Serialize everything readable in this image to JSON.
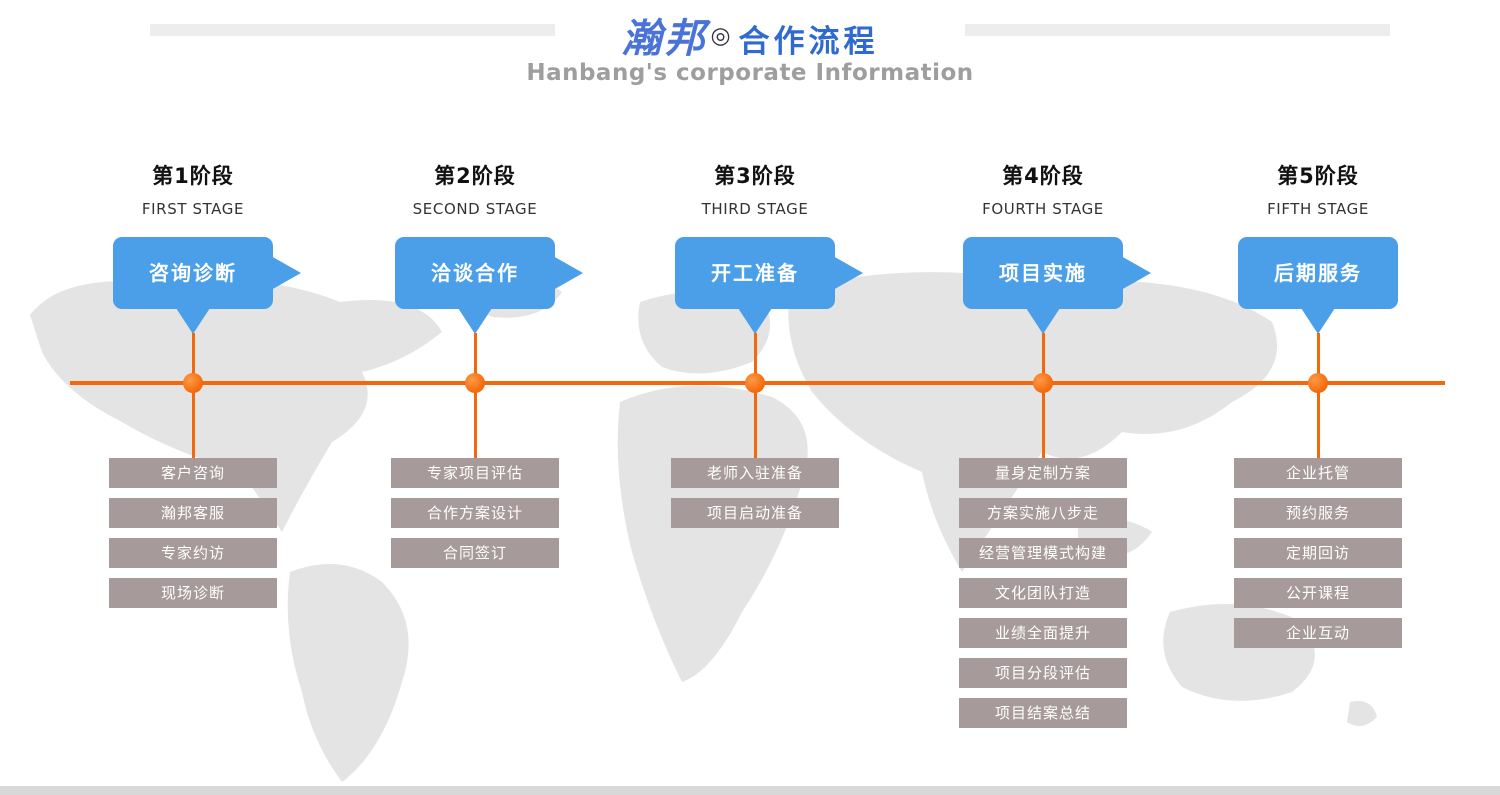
{
  "header": {
    "brand": "瀚邦",
    "brand_mark": "◎",
    "title": "合作流程",
    "subtitle": "Hanbang's corporate Information"
  },
  "stages": [
    {
      "label": "第1阶段",
      "label_en": "FIRST STAGE",
      "bubble": "咨询诊断",
      "items": [
        "客户咨询",
        "瀚邦客服",
        "专家约访",
        "现场诊断"
      ]
    },
    {
      "label": "第2阶段",
      "label_en": "SECOND STAGE",
      "bubble": "洽谈合作",
      "items": [
        "专家项目评估",
        "合作方案设计",
        "合同签订"
      ]
    },
    {
      "label": "第3阶段",
      "label_en": "THIRD STAGE",
      "bubble": "开工准备",
      "items": [
        "老师入驻准备",
        "项目启动准备"
      ]
    },
    {
      "label": "第4阶段",
      "label_en": "FOURTH STAGE",
      "bubble": "项目实施",
      "items": [
        "量身定制方案",
        "方案实施八步走",
        "经营管理模式构建",
        "文化团队打造",
        "业绩全面提升",
        "项目分段评估",
        "项目结案总结"
      ]
    },
    {
      "label": "第5阶段",
      "label_en": "FIFTH STAGE",
      "bubble": "后期服务",
      "items": [
        "企业托管",
        "预约服务",
        "定期回访",
        "公开课程",
        "企业互动"
      ]
    }
  ],
  "colors": {
    "bubble_blue": "#4a9fe8",
    "timeline_orange": "#f2690c",
    "item_taupe": "#a79a9a",
    "title_blue": "#2e6ad1"
  }
}
